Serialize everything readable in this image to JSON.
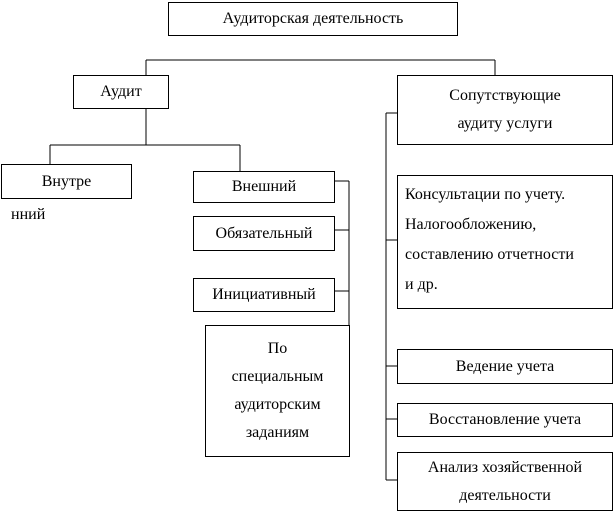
{
  "diagram": {
    "root": "Аудиторская деятельность",
    "audit": "Аудит",
    "related": [
      "Сопутствующие",
      "аудиту услуги"
    ],
    "internal_top": "Внутре",
    "internal_bottom": "нний",
    "external": "Внешний",
    "mandatory": "Обязательный",
    "initiative": "Инициативный",
    "special": [
      "По",
      "специальным",
      "аудиторским",
      "заданиям"
    ],
    "consult": [
      "Консультации по учету.",
      "Налогообложению,",
      "составлению отчетности",
      "и др."
    ],
    "accounting": "Ведение учета",
    "recovery": "Восстановление учета",
    "analysis": [
      "Анализ хозяйственной",
      "деятельности"
    ]
  }
}
